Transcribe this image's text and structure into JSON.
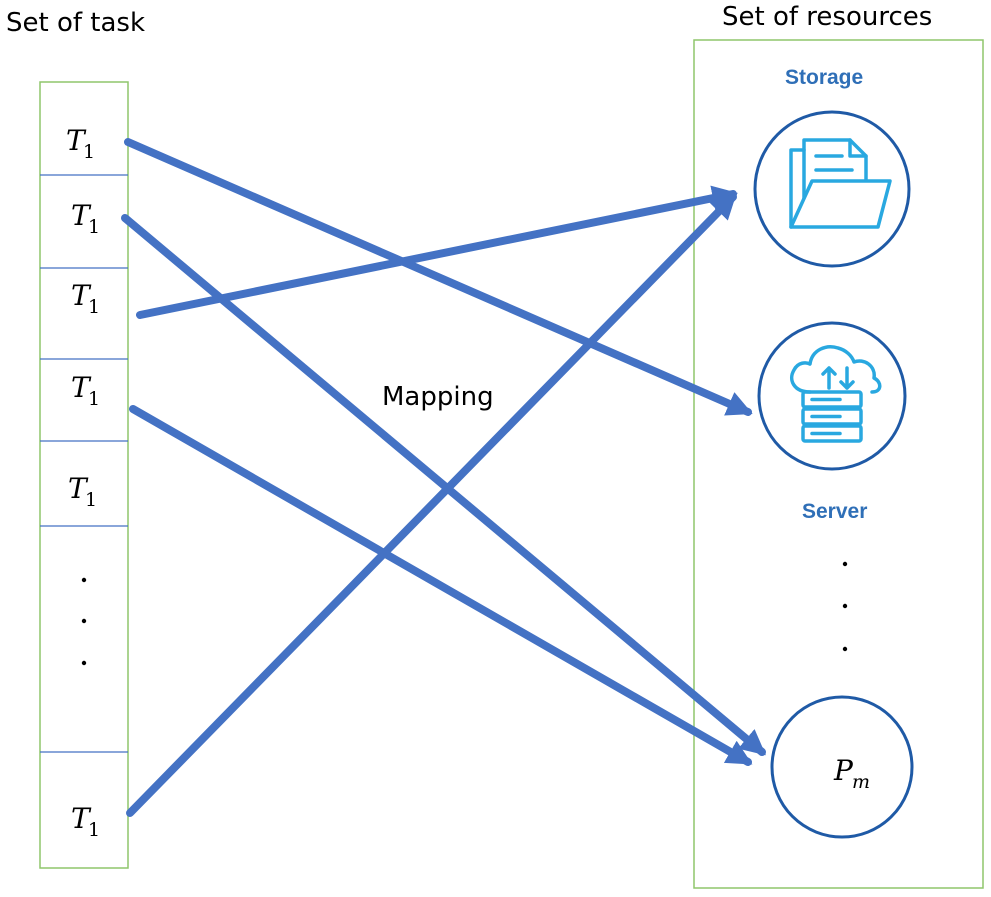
{
  "left_title": "Set of task",
  "right_title": "Set of resources",
  "mapping_label": "Mapping",
  "tasks": [
    {
      "name": "T",
      "sub": "1"
    },
    {
      "name": "T",
      "sub": "1"
    },
    {
      "name": "T",
      "sub": "1"
    },
    {
      "name": "T",
      "sub": "1"
    },
    {
      "name": "T",
      "sub": "1"
    },
    {
      "name": "T",
      "sub": "1"
    }
  ],
  "resources": {
    "storage": {
      "label": "Storage",
      "icon": "folder-documents-icon"
    },
    "server": {
      "label": "Server",
      "icon": "cloud-server-icon"
    },
    "processor": {
      "name": "P",
      "sub": "m"
    }
  },
  "colors": {
    "box_border": "#8fc66b",
    "arrow": "#4472c4",
    "circle": "#1f5aa6",
    "icon": "#29a8e0",
    "resource_text": "#2f6fb7"
  }
}
